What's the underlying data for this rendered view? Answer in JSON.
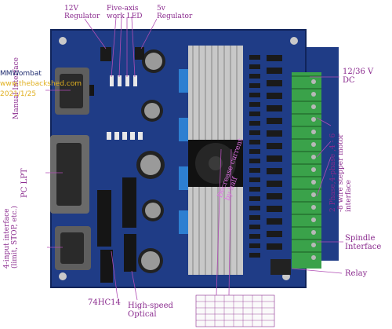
{
  "labels": {
    "reg12": "12V Regulator",
    "five_axis": "Five-axis work LED",
    "reg5": "5v Regulator",
    "volts": "12/36 V DC",
    "manual": "Manual Interface",
    "lpt": "PC LPT",
    "input4": "4-input interface (limit, STOP, etc.)",
    "stepper": "2 Phase,4-phase ,4 - 6 -8 wire stepper motor interface",
    "spindle": "Spindle Interface",
    "relay": "Relay",
    "chip": "74HC14",
    "optical": "High-speed Optical",
    "current": "Decrease current by half"
  },
  "watermark": {
    "line1": "MMWombat",
    "line2": "www.thebackshed.com",
    "line3": "2021/1/25"
  },
  "colors": {
    "pcb": "#1f3c86",
    "label": "#8a2a8e",
    "terminal": "#3aa24a",
    "heatsink": "#c8c8c8"
  }
}
